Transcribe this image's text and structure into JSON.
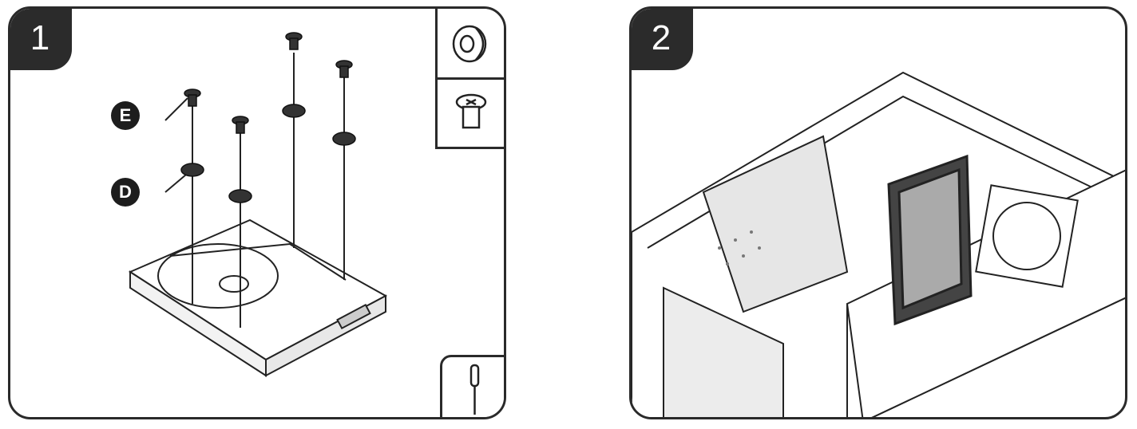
{
  "steps": [
    {
      "number": "1",
      "callouts": {
        "screw": "E",
        "grommet": "D"
      }
    },
    {
      "number": "2"
    }
  ]
}
